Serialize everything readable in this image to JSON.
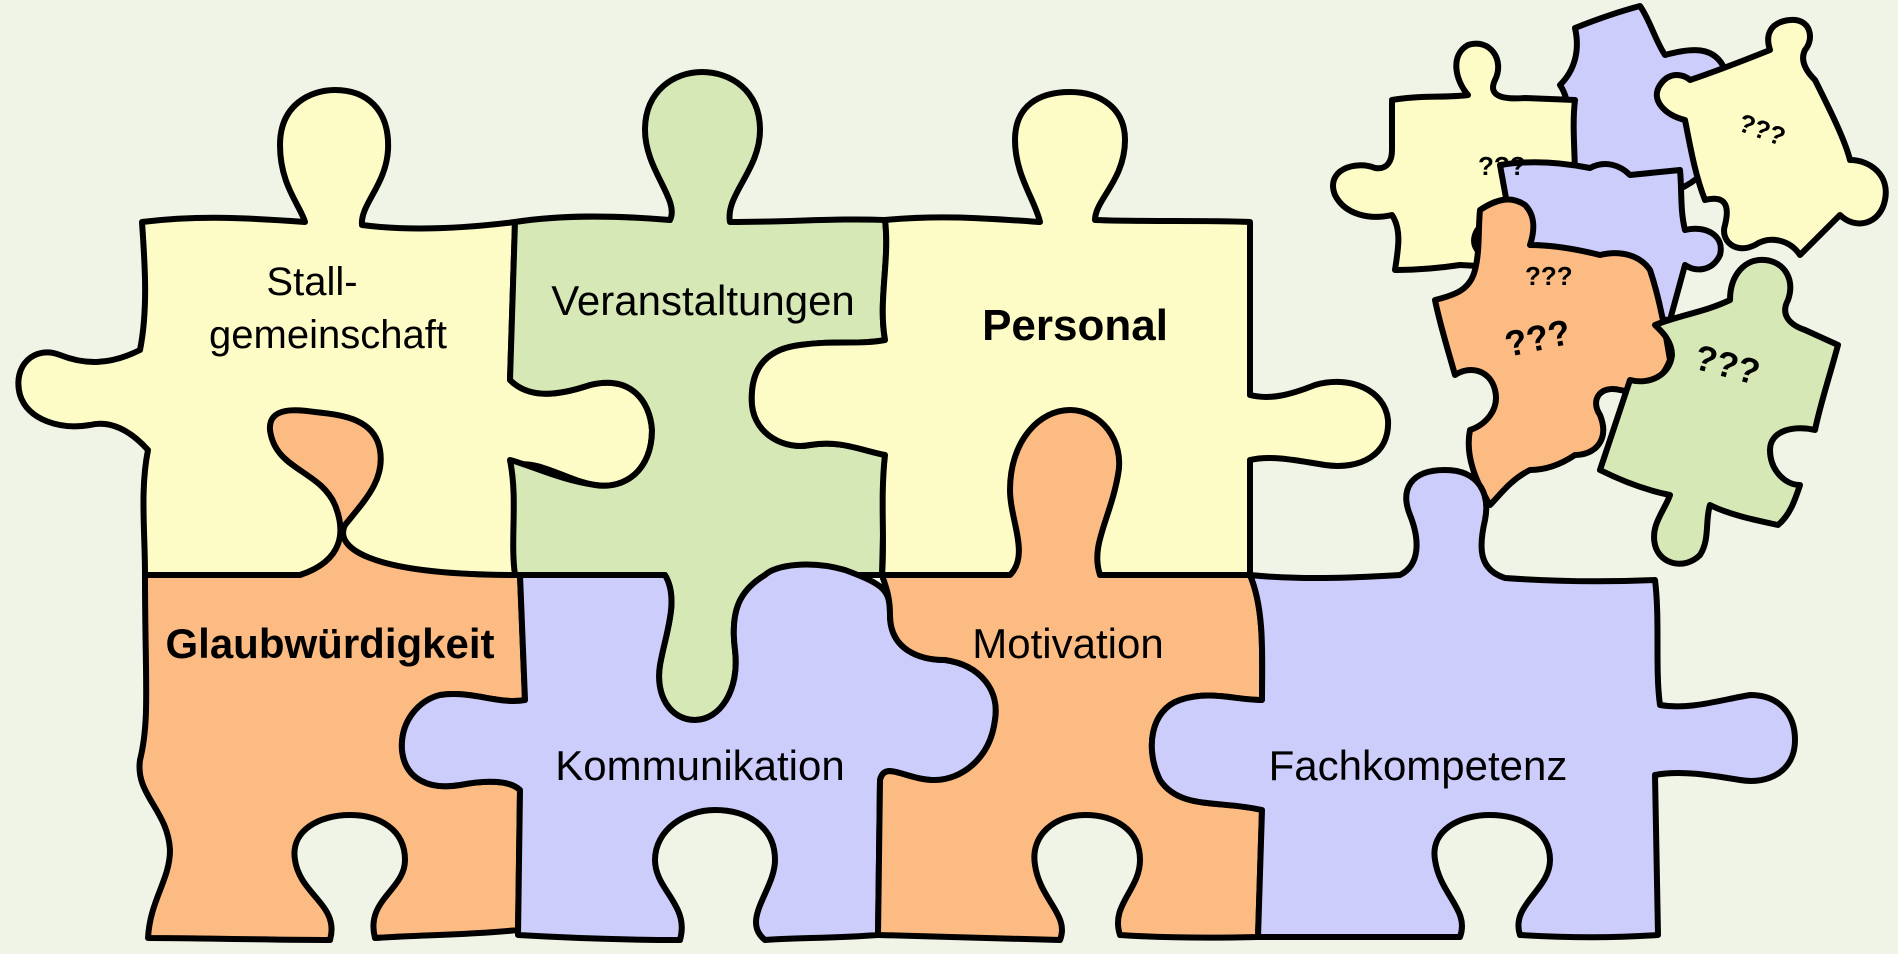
{
  "colors": {
    "background": "#eff4e6",
    "yellow": "#fdfcc6",
    "green": "#d6e8b6",
    "orange": "#fcbb82",
    "lavender": "#cccdfb",
    "outline": "#000000"
  },
  "pieces": {
    "stallgemeinschaft": {
      "line1": "Stall-",
      "line2": "gemeinschaft"
    },
    "veranstaltungen": "Veranstaltungen",
    "personal": "Personal",
    "glaubwuerdigkeit": "Glaubwürdigkeit",
    "kommunikation": "Kommunikation",
    "motivation": "Motivation",
    "fachkompetenz": "Fachkompetenz"
  },
  "scattered": {
    "q1": "???",
    "q2": "???",
    "q3": "???",
    "q4": "???",
    "q5": "???"
  }
}
